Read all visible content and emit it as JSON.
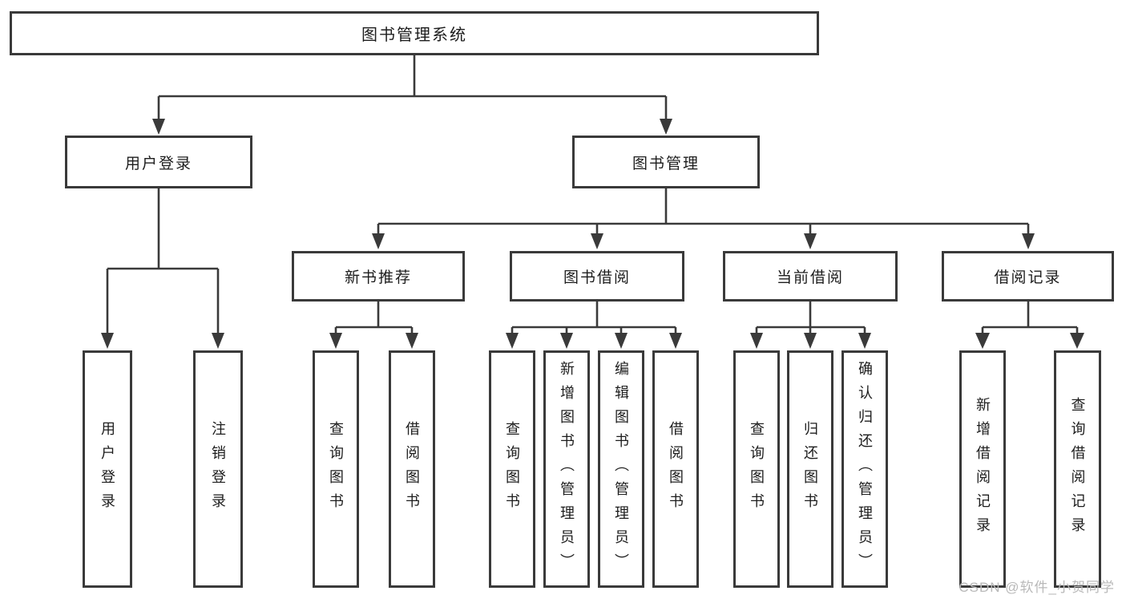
{
  "tree": {
    "root": {
      "label": "图书管理系统",
      "children": [
        {
          "label": "用户登录",
          "children": [
            {
              "label": "用户登录"
            },
            {
              "label": "注销登录"
            }
          ]
        },
        {
          "label": "图书管理",
          "children": [
            {
              "label": "新书推荐",
              "children": [
                {
                  "label": "查询图书"
                },
                {
                  "label": "借阅图书"
                }
              ]
            },
            {
              "label": "图书借阅",
              "children": [
                {
                  "label": "查询图书"
                },
                {
                  "label": "新增图书（管理员）"
                },
                {
                  "label": "编辑图书（管理员）"
                },
                {
                  "label": "借阅图书"
                }
              ]
            },
            {
              "label": "当前借阅",
              "children": [
                {
                  "label": "查询图书"
                },
                {
                  "label": "归还图书"
                },
                {
                  "label": "确认归还（管理员）"
                }
              ]
            },
            {
              "label": "借阅记录",
              "children": [
                {
                  "label": "新增借阅记录"
                },
                {
                  "label": "查询借阅记录"
                }
              ]
            }
          ]
        }
      ]
    }
  },
  "watermark": {
    "text": "CSDN @软件_小贺同学"
  },
  "colors": {
    "line": "#3a3a3a",
    "box_border": "#3a3a3a",
    "text": "#1d1d1d",
    "watermark": "#b9b9b9",
    "background": "#ffffff"
  }
}
